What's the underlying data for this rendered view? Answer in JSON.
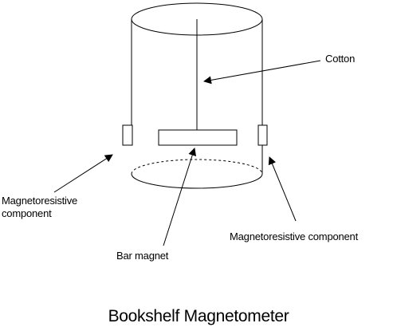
{
  "labels": {
    "cotton": "Cotton",
    "mr_component_left": "Magnetoresistive\ncomponent",
    "mr_component_right": "Magnetoresistive component",
    "bar_magnet": "Bar magnet"
  },
  "title": "Bookshelf Magnetometer",
  "colors": {
    "line": "#000000",
    "background": "#ffffff"
  }
}
